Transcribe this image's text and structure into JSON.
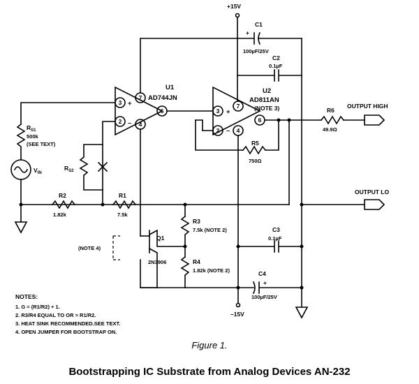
{
  "rails": {
    "pos": "+15V",
    "neg": "–15V"
  },
  "u1": {
    "ref": "U1",
    "part": "AD744JN",
    "pin3": "3",
    "pin2": "2",
    "pin7": "7",
    "pin4": "4",
    "pin6": "6",
    "plus": "+",
    "minus": "–"
  },
  "u2": {
    "ref": "U2",
    "part": "AD811AN",
    "note": "(NOTE 3)",
    "pin3": "3",
    "pin2": "2",
    "pin7": "7",
    "pin4": "4",
    "pin6": "6",
    "plus": "+",
    "minus": "–"
  },
  "c1": {
    "ref": "C1",
    "value": "100µF/25V",
    "plus": "+"
  },
  "c2": {
    "ref": "C2",
    "value": "0.1µF"
  },
  "c3": {
    "ref": "C3",
    "value": "0.1µF"
  },
  "c4": {
    "ref": "C4",
    "value": "100µF/25V",
    "plus": "+"
  },
  "r6": {
    "ref": "R6",
    "value": "49.9Ω"
  },
  "r5": {
    "ref": "R5",
    "value": "750Ω"
  },
  "rs1": {
    "ref": "R",
    "sub": "S1",
    "value": "500k",
    "note": "(SEE TEXT)"
  },
  "rs2": {
    "ref": "R",
    "sub": "S2"
  },
  "vin": {
    "ref": "V",
    "sub": "IN"
  },
  "r2": {
    "ref": "R2",
    "value": "1.82k"
  },
  "r1": {
    "ref": "R1",
    "value": "7.5k"
  },
  "r3": {
    "ref": "R3",
    "value": "7.5k (NOTE 2)"
  },
  "r4": {
    "ref": "R4",
    "value": "1.82k (NOTE 2)"
  },
  "q1": {
    "ref": "Q1",
    "part": "2N3906"
  },
  "note4": "(NOTE 4)",
  "outputs": {
    "high": "OUTPUT HIGH",
    "low": "OUTPUT LO"
  },
  "notes": {
    "title": "NOTES:",
    "items": [
      "1. G = (R1/R2) + 1.",
      "2. R3/R4  EQUAL TO OR > R1/R2.",
      "3. HEAT SINK RECOMMENDED.SEE TEXT.",
      "4. OPEN JUMPER  FOR  BOOTSTRAP ON."
    ]
  },
  "figure_label": "Figure 1.",
  "caption": "Bootstrapping IC Substrate from Analog Devices AN-232"
}
